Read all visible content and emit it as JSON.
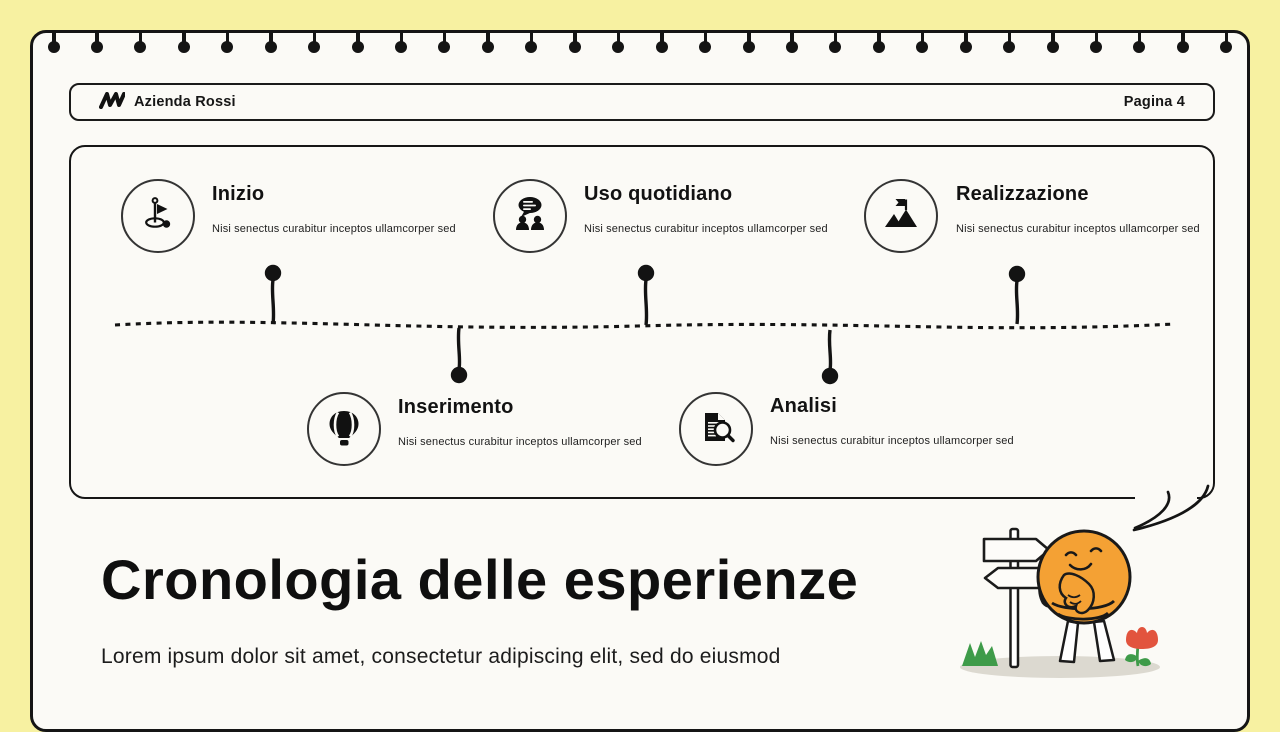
{
  "theme": {
    "background_color": "#F7F1A1",
    "paper_color": "#FBFAF6",
    "ink_color": "#161616",
    "accent_orange": "#F4A134",
    "flower_red": "#E2543E",
    "grass_green": "#3E9B49",
    "shadow_gray": "#DCD9D0"
  },
  "header": {
    "logo_icon": "zigzag-m-logo-icon",
    "company_name": "Azienda Rossi",
    "page_label": "Pagina 4"
  },
  "timeline": {
    "items": [
      {
        "title": "Inizio",
        "description": "Nisi senectus curabitur inceptos ullamcorper sed",
        "icon": "golf-flag-icon",
        "row": "top"
      },
      {
        "title": "Uso quotidiano",
        "description": "Nisi senectus curabitur inceptos ullamcorper sed",
        "icon": "chat-users-icon",
        "row": "top"
      },
      {
        "title": "Realizzazione",
        "description": "Nisi senectus curabitur inceptos ullamcorper sed",
        "icon": "mountain-flag-icon",
        "row": "top"
      },
      {
        "title": "Inserimento",
        "description": "Nisi senectus curabitur inceptos ullamcorper sed",
        "icon": "hot-air-balloon-icon",
        "row": "bottom"
      },
      {
        "title": "Analisi",
        "description": "Nisi senectus curabitur inceptos ullamcorper sed",
        "icon": "document-search-icon",
        "row": "bottom"
      }
    ]
  },
  "footer": {
    "title": "Cronologia delle esperienze",
    "subtitle": "Lorem ipsum dolor sit amet, consectetur adipiscing elit, sed do eiusmod"
  },
  "illustration": {
    "description": "orange lightbulb character thinking beside a direction signpost with grass and flower"
  }
}
